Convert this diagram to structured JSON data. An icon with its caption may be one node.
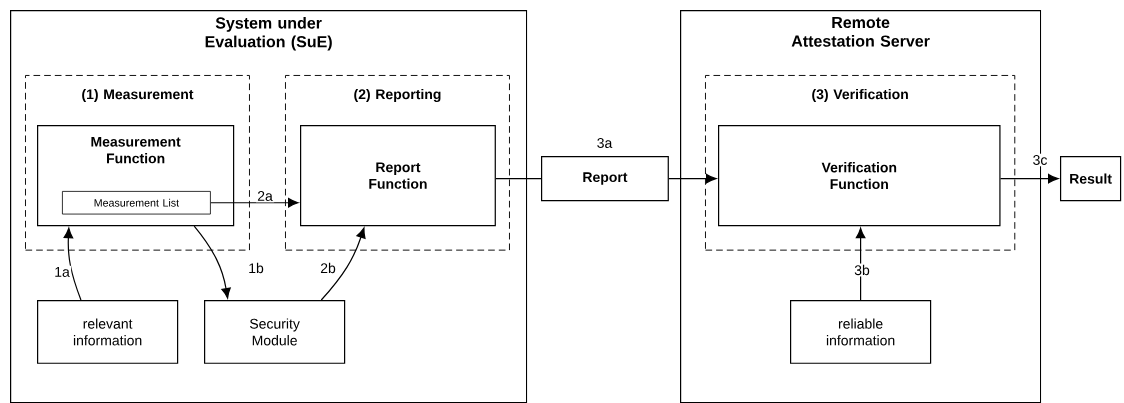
{
  "diagram": {
    "nodes": [
      {
        "text": [
          "System under Evaluation (SuE)"
        ]
      },
      {
        "text": [
          "(1) Measurement"
        ],
        "in": 0
      },
      {
        "text": [
          "Measurement Function"
        ],
        "in": 1
      },
      {
        "text": [
          "Measurement List"
        ],
        "in": 2
      },
      {
        "text": [
          "(2) Reporting"
        ],
        "in": 0
      },
      {
        "text": [
          "Report Function"
        ],
        "in": 4
      },
      {
        "text": [
          "relevant information"
        ],
        "in": 0
      },
      {
        "text": [
          "Security Module"
        ],
        "in": 0
      },
      {
        "text": [
          "Report"
        ],
        "beside": [
          "3a"
        ]
      },
      {
        "text": [
          "Remote Attestation Server"
        ]
      },
      {
        "text": [
          "(3) Verification"
        ],
        "in": 9
      },
      {
        "text": [
          "Verification Function"
        ],
        "in": 10
      },
      {
        "text": [
          "reliable information"
        ],
        "in": 9
      },
      {
        "text": [
          "Result"
        ]
      }
    ],
    "edges": [
      {
        "from": 6,
        "to": 2,
        "arrow": "to",
        "label": "1a"
      },
      {
        "from": 2,
        "to": 7,
        "arrow": "to",
        "label": "1b"
      },
      {
        "from": 3,
        "to": 5,
        "arrow": "to",
        "label": "2a"
      },
      {
        "from": 7,
        "to": 5,
        "arrow": "to",
        "label": "2b"
      },
      {
        "from": 5,
        "to": 8,
        "arrow": "none"
      },
      {
        "from": 8,
        "to": 11,
        "arrow": "to"
      },
      {
        "from": 12,
        "to": 11,
        "arrow": "to",
        "label": "3b"
      },
      {
        "from": 11,
        "to": 13,
        "arrow": "to",
        "label": "3c"
      }
    ]
  }
}
